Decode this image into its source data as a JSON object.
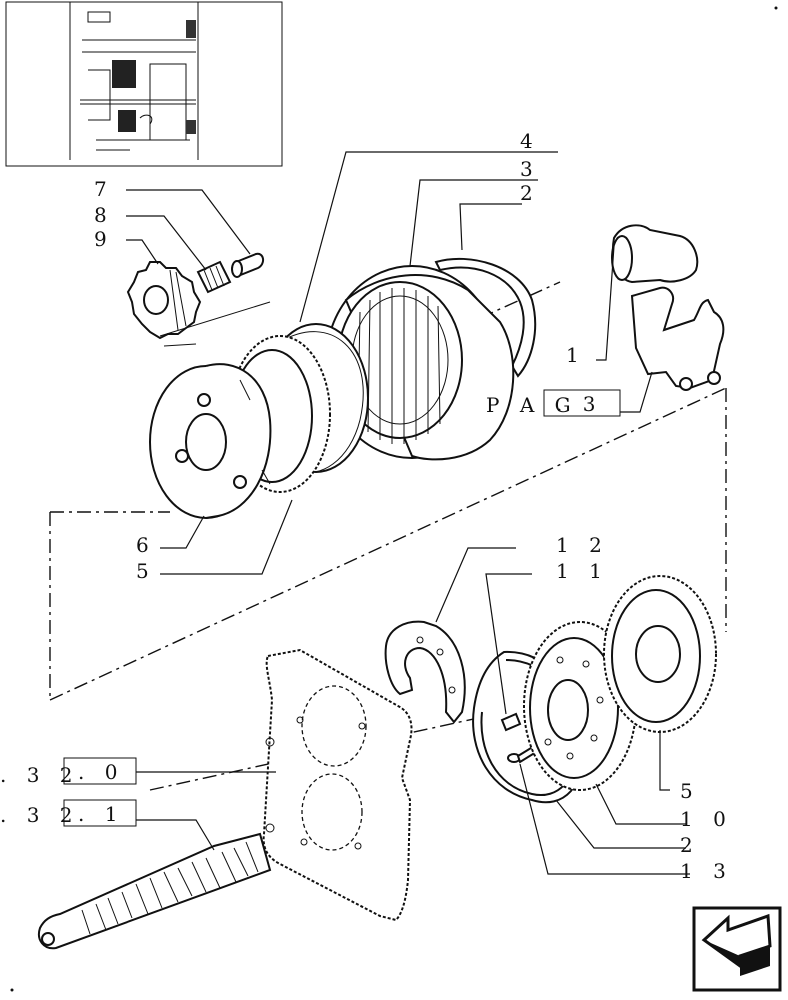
{
  "callouts": {
    "c7": "7",
    "c8": "8",
    "c9": "9",
    "c4": "4",
    "c3": "3",
    "c2_top": "2",
    "c1": "1",
    "c6": "6",
    "c5_left": "5",
    "c12": "1 2",
    "c11": "1 1",
    "c5_right": "5",
    "c10": "1 0",
    "c2_bottom": "2",
    "c13": "1 3"
  },
  "references": {
    "pag_prefix": "P A G",
    "pag_box": ". 3",
    "ref1_prefix": ". 3 2",
    "ref1_box": ". 0",
    "ref2_prefix": ". 3 2",
    "ref2_box": ". 1"
  },
  "nav_icon": "previous-page-arrow-icon"
}
